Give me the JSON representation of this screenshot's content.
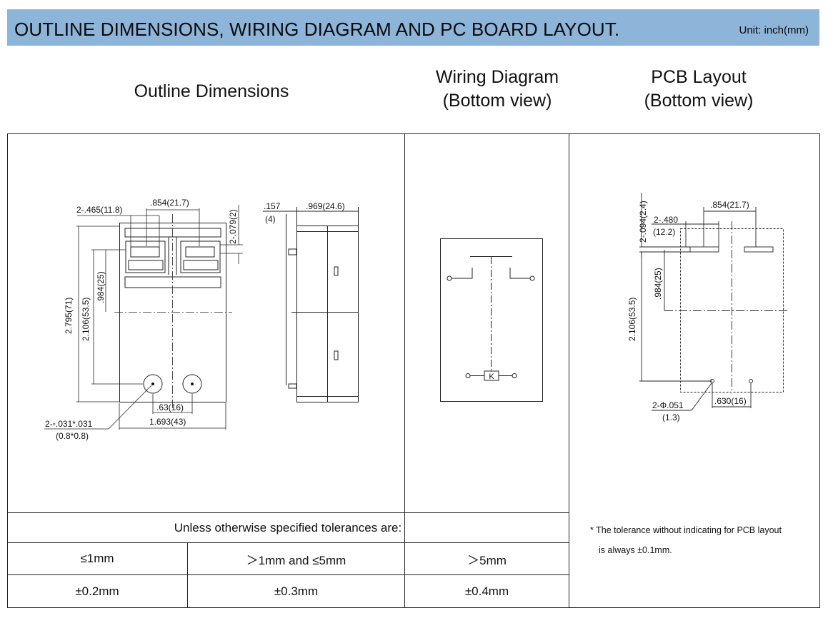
{
  "header": {
    "title": "OUTLINE DIMENSIONS, WIRING DIAGRAM AND PC BOARD LAYOUT.",
    "unit": "Unit: inch(mm)"
  },
  "sections": {
    "outline": "Outline Dimensions",
    "wiring_line1": "Wiring Diagram",
    "wiring_line2": "(Bottom view)",
    "pcb_line1": "PCB Layout",
    "pcb_line2": "(Bottom view)"
  },
  "outline_dims": {
    "d_465": "2-.465(11.8)",
    "d_854": ".854(21.7)",
    "d_079": "2-.079(2)",
    "d_157": ".157",
    "d_4": "(4)",
    "d_969": ".969(24.6)",
    "d_2795": "2.795(71)",
    "d_2106": "2.106(53.5)",
    "d_984": ".984(25)",
    "d_63": ".63(16)",
    "d_1693": "1.693(43)",
    "d_pin1": "2-▫.031*.031",
    "d_pin2": "(0.8*0.8)"
  },
  "wiring": {
    "coil_label": "K"
  },
  "pcb_dims": {
    "d_094": "2-.094(2.4)",
    "d_480": "2-.480",
    "d_122": "(12.2)",
    "d_854": ".854(21.7)",
    "d_984": ".984(25)",
    "d_2106": "2.106(53.5)",
    "d_hole1": "2-Φ.051",
    "d_hole2": "(1.3)",
    "d_630": ".630(16)"
  },
  "tolerance": {
    "caption": "Unless otherwise specified tolerances are:",
    "ranges": [
      "≤1mm",
      "＞1mm and ≤5mm",
      "＞5mm"
    ],
    "values": [
      "±0.2mm",
      "±0.3mm",
      "±0.4mm"
    ]
  },
  "pcb_note": {
    "line1": "* The tolerance without indicating for PCB layout",
    "line2": "is always ±0.1mm."
  }
}
